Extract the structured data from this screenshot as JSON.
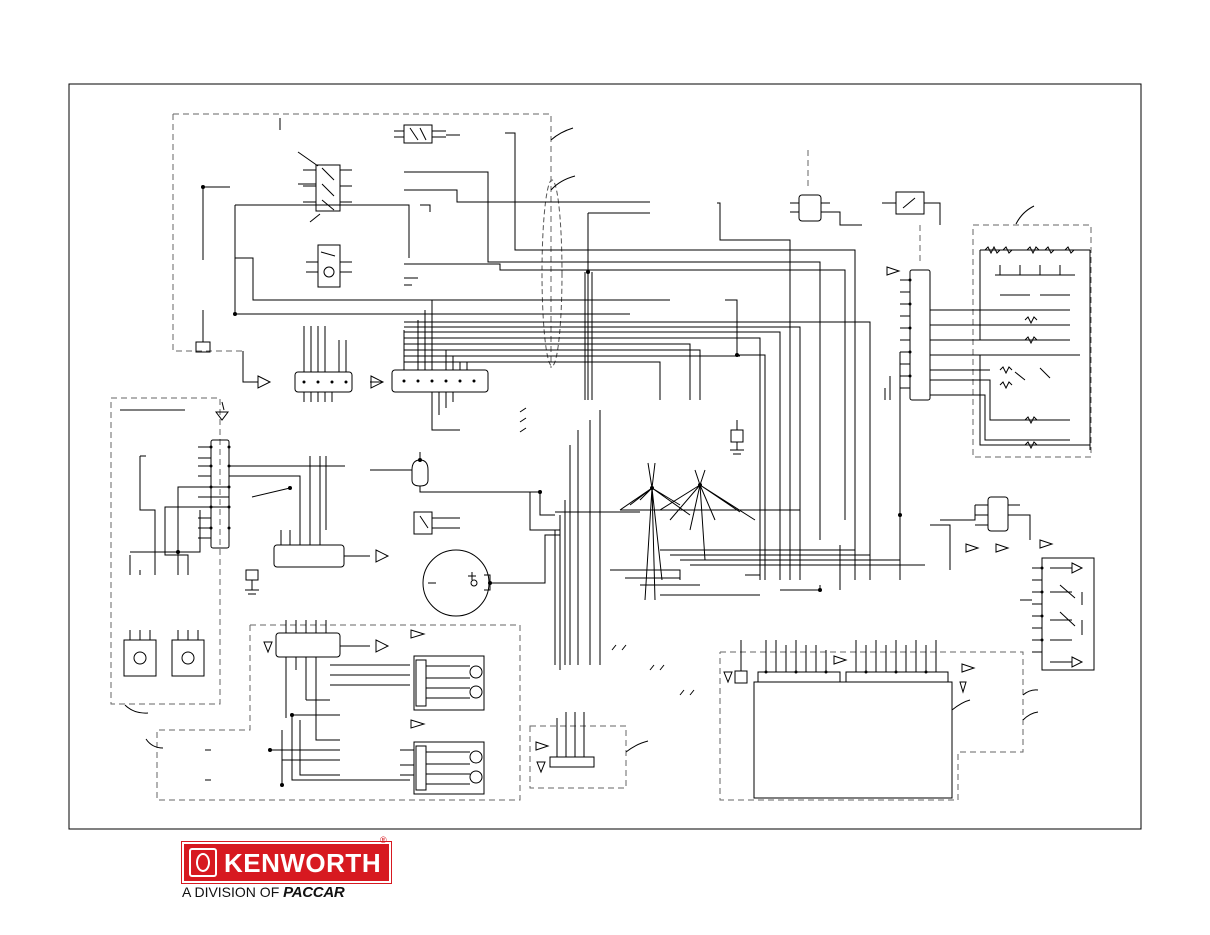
{
  "brand": {
    "logo_text": "KENWORTH",
    "registered_mark": "®",
    "division_prefix": "A DIVISION OF ",
    "division_brand": "PACCAR",
    "logo_color": "#d71920"
  },
  "diagram": {
    "stroke_color": "#000000",
    "dash_color": "#555555",
    "background": "#ffffff",
    "icons": [
      "relay-icon",
      "fuse-icon",
      "connector-icon",
      "ground-icon",
      "horn-icon",
      "lamp-icon",
      "resistor-icon",
      "switch-icon",
      "motor-icon"
    ]
  }
}
